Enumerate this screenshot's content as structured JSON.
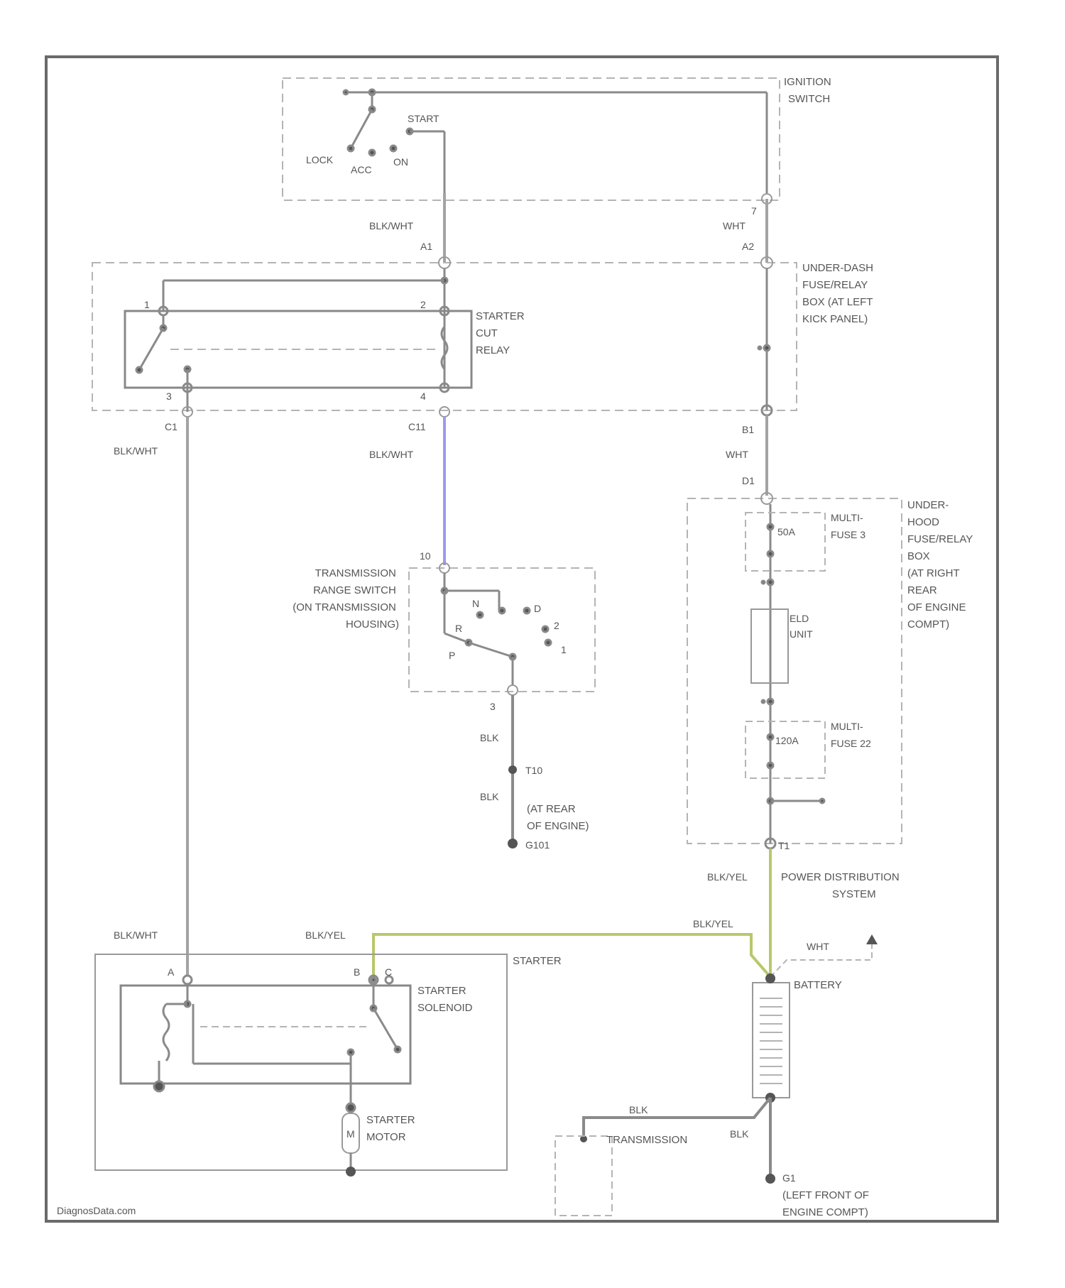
{
  "colors": {
    "wire": "#a3a3a3",
    "blk_wht_highlight": "#9b9bf0",
    "blk_yel_highlight": "#b8c86a",
    "outline": "#777777",
    "dash": "#b4b4b4",
    "text": "#555555"
  },
  "components": {
    "ignition_switch": [
      "IGNITION",
      "SWITCH"
    ],
    "switch_positions": {
      "lock": "LOCK",
      "acc": "ACC",
      "on": "ON",
      "start": "START"
    },
    "under_dash_box": [
      "UNDER-DASH",
      "FUSE/RELAY",
      "BOX (AT LEFT",
      "KICK PANEL)"
    ],
    "starter_cut_relay": [
      "STARTER",
      "CUT",
      "RELAY"
    ],
    "transmission_range_switch": [
      "TRANSMISSION",
      "RANGE SWITCH",
      "(ON TRANSMISSION",
      "HOUSING)"
    ],
    "gear_positions": [
      "N",
      "R",
      "P",
      "D",
      "2",
      "1"
    ],
    "under_hood_box": [
      "UNDER-",
      "HOOD",
      "FUSE/RELAY",
      "BOX",
      "(AT RIGHT",
      "REAR",
      "OF ENGINE",
      "COMPT)"
    ],
    "multi_fuse_3": {
      "rating": "50A",
      "label": [
        "MULTI-",
        "FUSE 3"
      ]
    },
    "fusible_link": [
      "ELD",
      "UNIT"
    ],
    "multi_fuse_22": {
      "rating": "120A",
      "label": [
        "MULTI-",
        "FUSE 22"
      ]
    },
    "power_distribution": [
      "POWER DISTRIBUTION",
      "SYSTEM"
    ],
    "starter": "STARTER",
    "starter_solenoid": [
      "STARTER",
      "SOLENOID"
    ],
    "starter_motor": [
      "STARTER",
      "MOTOR"
    ],
    "motor_symbol": "M",
    "battery": "BATTERY",
    "transmission": "TRANSMISSION",
    "ground_g101": "G101",
    "ground_g101_location": [
      "(AT REAR",
      "OF ENGINE)"
    ],
    "ground_g1": "G1",
    "ground_g1_location": [
      "(LEFT FRONT OF",
      "ENGINE COMPT)"
    ],
    "splice_t10": "T10"
  },
  "wires": {
    "blk_wht": "BLK/WHT",
    "wht": "WHT",
    "blk": "BLK",
    "blk_yel": "BLK/YEL"
  },
  "connectors": {
    "ign_pin_7": "7",
    "a1": "A1",
    "a2": "A2",
    "relay_pin_1": "1",
    "relay_pin_2": "2",
    "relay_pin_3": "3",
    "relay_pin_4": "4",
    "c1": "C1",
    "c11": "C11",
    "b1": "B1",
    "d1": "D1",
    "sw_10": "10",
    "sw_3": "3",
    "t1": "T1",
    "sol_a": "A",
    "sol_b": "B",
    "sol_c": "C"
  },
  "footer": "DiagnosData.com"
}
